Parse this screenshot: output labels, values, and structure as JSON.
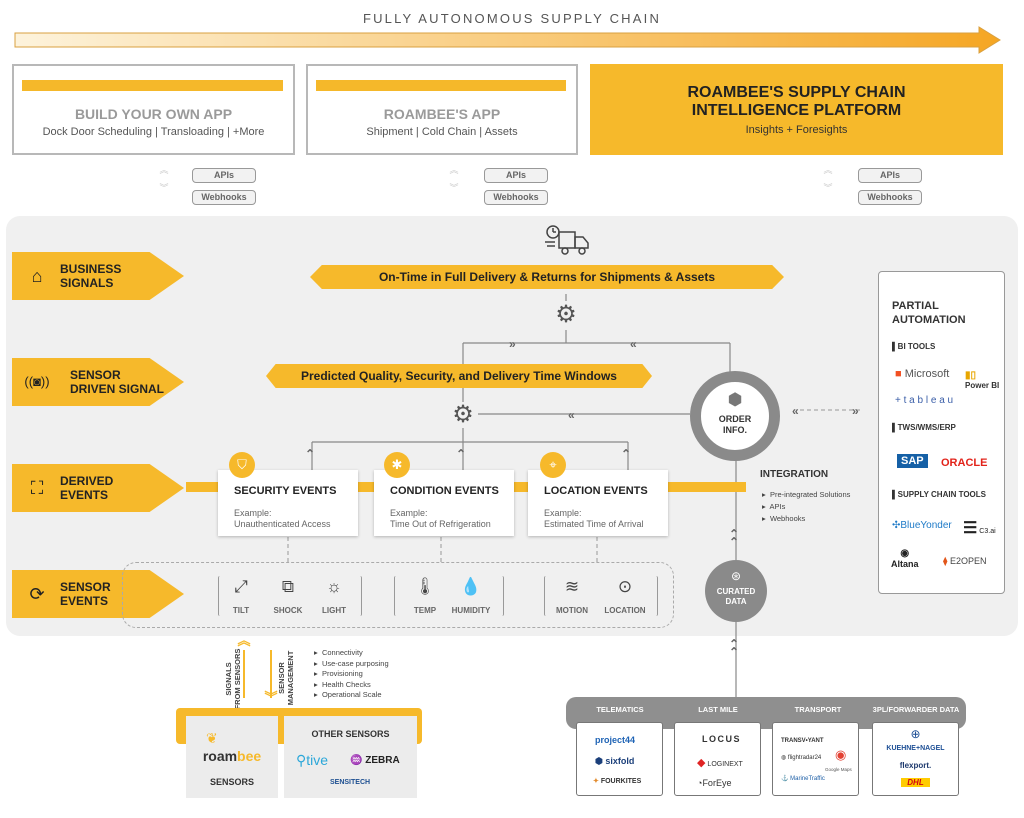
{
  "header": {
    "title": "FULLY AUTONOMOUS SUPPLY CHAIN"
  },
  "apps": {
    "build": {
      "title": "BUILD YOUR OWN APP",
      "subtitle": "Dock Door Scheduling | Transloading | +More"
    },
    "roambee": {
      "title": "ROAMBEE'S APP",
      "subtitle": "Shipment | Cold Chain | Assets"
    },
    "platform": {
      "title_line1": "ROAMBEE'S SUPPLY CHAIN",
      "title_line2": "INTELLIGENCE PLATFORM",
      "subtitle": "Insights + Foresights"
    }
  },
  "connectors": {
    "apis": "APIs",
    "webhooks": "Webhooks"
  },
  "rows": {
    "business": {
      "line1": "BUSINESS",
      "line2": "SIGNALS"
    },
    "sensor_driven": {
      "line1": "SENSOR",
      "line2": "DRIVEN SIGNAL"
    },
    "derived": {
      "line1": "DERIVED",
      "line2": "EVENTS"
    },
    "sensor_events": {
      "line1": "SENSOR",
      "line2": "EVENTS"
    }
  },
  "banners": {
    "delivery": "On-Time in Full Delivery & Returns for Shipments & Assets",
    "predicted": "Predicted Quality, Security, and Delivery Time Windows"
  },
  "events": [
    {
      "title": "SECURITY EVENTS",
      "example": "Example:",
      "detail": "Unauthenticated Access"
    },
    {
      "title": "CONDITION EVENTS",
      "example": "Example:",
      "detail": "Time Out of Refrigeration"
    },
    {
      "title": "LOCATION EVENTS",
      "example": "Example:",
      "detail": "Estimated Time of Arrival"
    }
  ],
  "sensors": {
    "tilt": "TILT",
    "shock": "SHOCK",
    "light": "LIGHT",
    "temp": "TEMP",
    "humidity": "HUMIDITY",
    "motion": "MOTION",
    "location": "LOCATION"
  },
  "order": {
    "line1": "ORDER",
    "line2": "INFO."
  },
  "curated": {
    "line1": "CURATED",
    "line2": "DATA"
  },
  "integration": {
    "title": "INTEGRATION",
    "items": [
      "Pre-integrated Solutions",
      "APIs",
      "Webhooks"
    ]
  },
  "partial": {
    "title_line1": "PARTIAL",
    "title_line2": "AUTOMATION",
    "bi_tools": "BI TOOLS",
    "tws": "TWS/WMS/ERP",
    "sc_tools": "SUPPLY CHAIN TOOLS",
    "logos": {
      "microsoft": "Microsoft",
      "powerbi": "Power BI",
      "tableau": "+ t a b l e a u",
      "sap": "SAP",
      "oracle": "ORACLE",
      "blueyonder": "BlueYonder",
      "c3": "C3.ai",
      "altana": "Altana",
      "e2open": "E2OPEN"
    }
  },
  "signals": {
    "line1": "SIGNALS",
    "line2": "FROM SENSORS",
    "mgmt1": "SENSOR",
    "mgmt2": "MANAGEMENT",
    "mgmt_items": [
      "Connectivity",
      "Use-case purposing",
      "Provisioning",
      "Health Checks",
      "Operational Scale"
    ]
  },
  "sensors_box": {
    "roambee_a": "roam",
    "roambee_b": "bee",
    "roambee_label": "SENSORS",
    "other_title": "OTHER SENSORS",
    "tive": "tive",
    "zebra": "ZEBRA",
    "sensitech": "SENSITECH"
  },
  "data_sources": {
    "telematics": "TELEMATICS",
    "last_mile": "LAST MILE",
    "transport": "TRANSPORT",
    "forwarder": "3PL/FORWARDER DATA",
    "telematics_logos": [
      "project44",
      "sixfold",
      "FOURKITES"
    ],
    "last_mile_logos": [
      "LOCUS",
      "LOGINEXT",
      "ForEye"
    ],
    "transport_logos": [
      "TRANSV•YANT",
      "flightradar24",
      "Google Maps",
      "MarineTraffic"
    ],
    "forwarder_logos": [
      "KUEHNE+NAGEL",
      "flexport.",
      "DHL"
    ]
  },
  "colors": {
    "accent": "#f6b92b",
    "platform_bg": "#f0f0f0",
    "border": "#b8b8b8"
  }
}
